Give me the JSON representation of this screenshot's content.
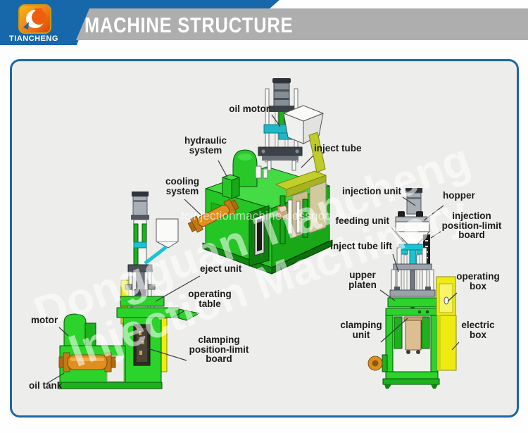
{
  "brand": {
    "logo_icon": "tiancheng-c-swoosh-icon",
    "name": "TIANCHENG"
  },
  "header": {
    "title": "MACHINE STRUCTURE"
  },
  "watermarks": {
    "diagonal_line1": "Dongguan Tiancheng",
    "diagonal_line2": "Injection Machinery",
    "url": "tcinjectionmachine.bossgoo.com"
  },
  "colors": {
    "header_blue": "#1768AA",
    "band_gray": "#AEAEAE",
    "frame_blue": "#1A67A5",
    "canvas_bg": "#EDEEEC",
    "machine_green": "#2BD32B",
    "machine_dark_green": "#0E870E",
    "deck_yellow_green": "#C2CE2A",
    "panel_yellow": "#EFEB12",
    "pipe_orange": "#DE8F1F",
    "accent_cyan": "#19C4D2"
  },
  "labels": {
    "oil_motor": "oil motor",
    "hydraulic_system": "hydraulic\nsystem",
    "cooling_system": "cooling\nsystem",
    "inject_tube": "inject tube",
    "injection_unit": "injection unit",
    "hopper": "hopper",
    "feeding_unit": "feeding unit",
    "injection_position_limit_board": "injection\nposition-limit\nboard",
    "inject_tube_lift": "inject tube lift",
    "upper_platen": "upper\nplaten",
    "operating_box": "operating\nbox",
    "clamping_unit": "clamping\nunit",
    "electric_box": "electric\nbox",
    "eject_unit": "eject unit",
    "operating_table": "operating\ntable",
    "motor": "motor",
    "oil_tank": "oil tank",
    "clamping_position_limit_board": "clamping\nposition-limit\nboard"
  }
}
